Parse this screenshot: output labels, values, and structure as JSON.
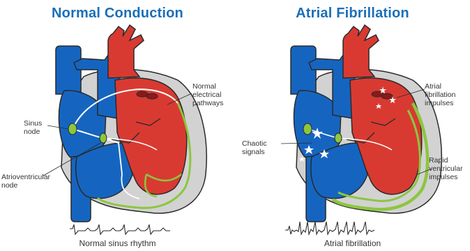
{
  "panels": {
    "normal": {
      "title": "Normal Conduction",
      "labels": {
        "sinus_node": [
          "Sinus",
          "node"
        ],
        "av_node": [
          "Atrioventricular",
          "node"
        ],
        "pathways": [
          "Normal",
          "electrical",
          "pathways"
        ]
      },
      "rhythm_label": "Normal sinus rhythm"
    },
    "afib": {
      "title": "Atrial Fibrillation",
      "labels": {
        "chaotic": [
          "Chaotic",
          "signals"
        ],
        "impulses": [
          "Atrial",
          "fibrillation",
          "impulses"
        ],
        "rapid": [
          "Rapid",
          "ventricular",
          "impulses"
        ]
      },
      "rhythm_label": "Atrial fibrillation"
    }
  },
  "colors": {
    "title": "#1a6fb8",
    "aorta_red": "#d83a32",
    "vein_blue": "#1565c0",
    "outer_wall": "#d2d2d2",
    "conduction_green": "#8cc63f",
    "outline": "#2a2a2a"
  }
}
